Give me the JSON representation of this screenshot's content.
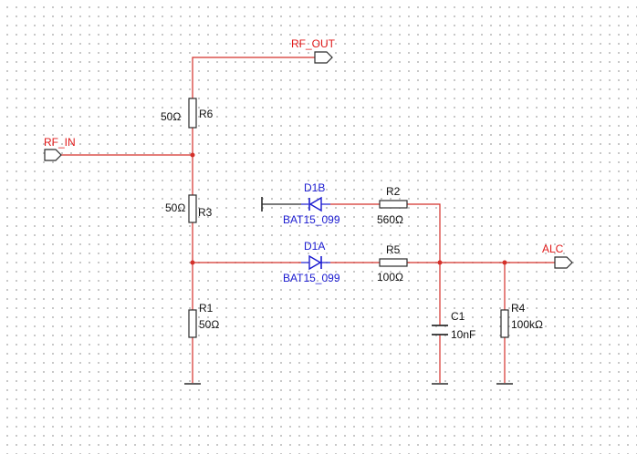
{
  "net_labels": {
    "rf_out": "RF_OUT",
    "rf_in": "RF_IN",
    "alc": "ALC"
  },
  "components": {
    "r6": {
      "ref": "R6",
      "value": "50Ω"
    },
    "r3": {
      "ref": "R3",
      "value": "50Ω"
    },
    "r1": {
      "ref": "R1",
      "value": "50Ω"
    },
    "d1b": {
      "ref": "D1B",
      "part": "BAT15_099"
    },
    "d1a": {
      "ref": "D1A",
      "part": "BAT15_099"
    },
    "r2": {
      "ref": "R2",
      "value": "560Ω"
    },
    "r5": {
      "ref": "R5",
      "value": "100Ω"
    },
    "c1": {
      "ref": "C1",
      "value": "10nF"
    },
    "r4": {
      "ref": "R4",
      "value": "100kΩ"
    }
  },
  "colors": {
    "wire": "#d4302a",
    "net_label": "#e01818",
    "diode": "#1a1ad0",
    "component": "#2b2b2b"
  }
}
